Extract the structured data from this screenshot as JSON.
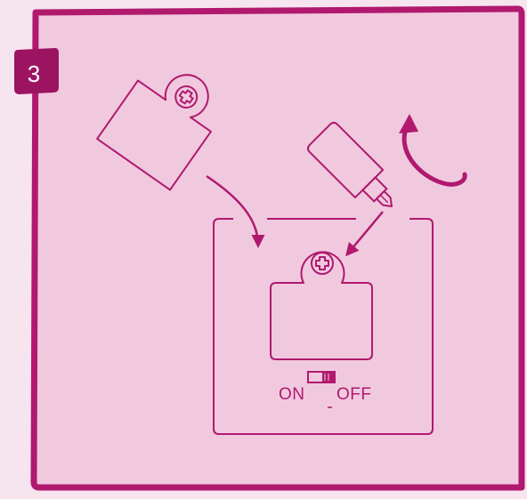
{
  "step": {
    "number": "3"
  },
  "switch": {
    "on_label": "ON",
    "off_label": "OFF"
  },
  "colors": {
    "page_background": "#f6e4ef",
    "panel_fill": "#f1c9df",
    "line": "#b0196e",
    "badge": "#9c1461"
  },
  "icons": {
    "screw": "screw-icon",
    "screwdriver": "screwdriver-icon",
    "rotate": "rotate-arrow-icon",
    "battery_cover": "battery-cover-icon"
  }
}
